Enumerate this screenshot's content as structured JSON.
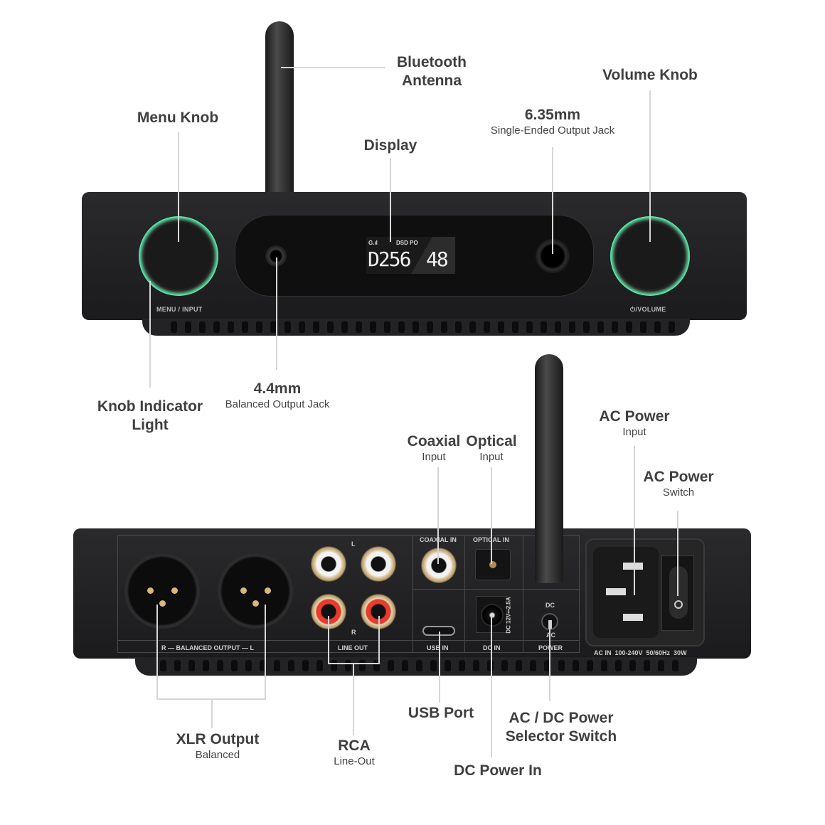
{
  "labels": {
    "bluetooth_antenna": [
      "Bluetooth",
      "Antenna"
    ],
    "menu_knob": "Menu Knob",
    "display": "Display",
    "jack_635": {
      "title": "6.35mm",
      "sub": "Single-Ended Output Jack"
    },
    "volume_knob": "Volume Knob",
    "knob_indicator": [
      "Knob Indicator",
      "Light"
    ],
    "jack_44": {
      "title": "4.4mm",
      "sub": "Balanced Output Jack"
    },
    "coaxial": {
      "title": "Coaxial",
      "sub": "Input"
    },
    "optical": {
      "title": "Optical",
      "sub": "Input"
    },
    "ac_power_input": {
      "title": "AC Power",
      "sub": "Input"
    },
    "ac_power_switch": {
      "title": "AC Power",
      "sub": "Switch"
    },
    "xlr": {
      "title": "XLR Output",
      "sub": "Balanced"
    },
    "rca": {
      "title": "RCA",
      "sub": "Line-Out"
    },
    "usb": "USB Port",
    "dc_power_in": "DC Power In",
    "acdc_selector": [
      "AC / DC Power",
      "Selector Switch"
    ]
  },
  "device_front": {
    "menu_input": "MENU / INPUT",
    "volume": "⏻/VOLUME",
    "screen": {
      "top_left": "G.ıl",
      "top_mid": "DSD PO",
      "format": "D256",
      "rate": "48"
    }
  },
  "device_back": {
    "balanced_output": "R — BALANCED OUTPUT — L",
    "line_out": "LINE OUT",
    "rca_l": "L",
    "rca_r": "R",
    "coaxial_in": "COAXIAL IN",
    "optical_in": "OPTICAL IN",
    "usb_in": "USB IN",
    "dc_in": "DC IN",
    "dc_rating": "DC 12V⎓2.5A",
    "power": "POWER",
    "dc": "DC",
    "ac": "AC",
    "ac_in": "AC IN  100-240V  50/60Hz  30W"
  },
  "colors": {
    "ring": "#2bd98b",
    "rca_red": "#e63b2e",
    "rca_white": "#f2f2f2"
  }
}
